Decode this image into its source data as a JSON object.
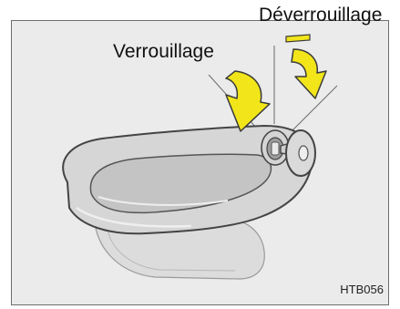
{
  "labels": {
    "unlock": "Déverrouillage",
    "lock": "Verrouillage"
  },
  "figure_code": "HTB056",
  "colors": {
    "background": "#ebebeb",
    "arrow": "#f2e51a",
    "handle": "#d6d6d6",
    "outline": "#444444"
  },
  "icons": [
    "lock-arrow-icon",
    "unlock-arrow-icon",
    "key-icon",
    "keyhole-icon"
  ]
}
